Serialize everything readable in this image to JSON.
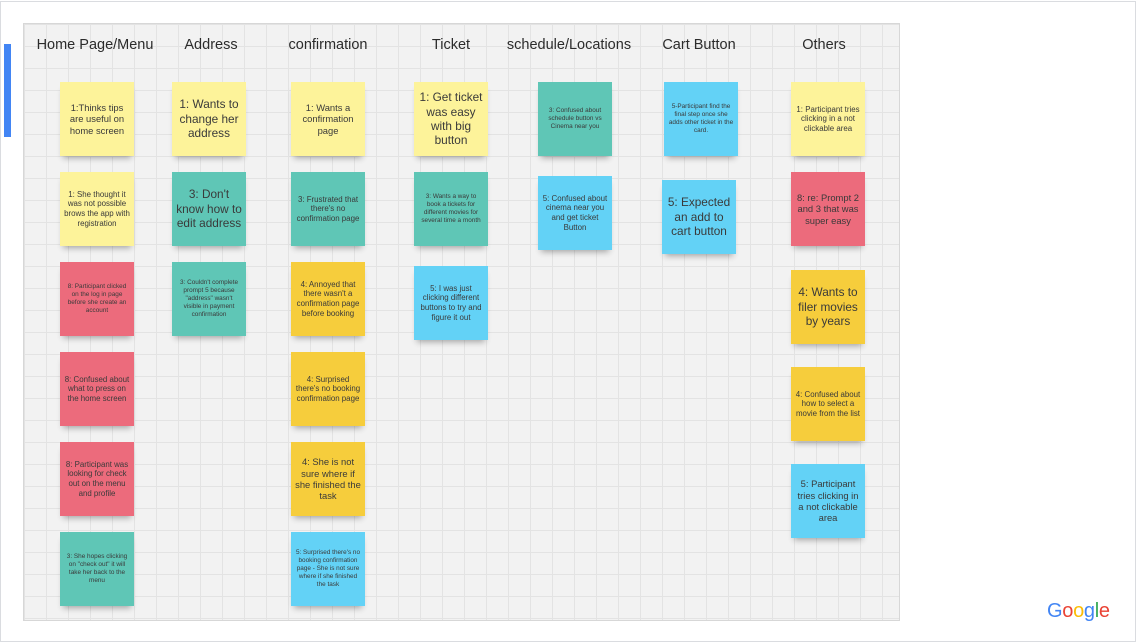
{
  "board": {
    "columns": [
      {
        "title": "Home Page/Menu",
        "notes": [
          {
            "text": "1:Thinks tips are useful on home screen",
            "color": "yellow"
          },
          {
            "text": "1: She thought it was not possible brows the app with registration",
            "color": "yellow"
          },
          {
            "text": "8: Participant clicked on the log in page before she create an account",
            "color": "pink"
          },
          {
            "text": "8: Confused about what to press on the home screen",
            "color": "pink"
          },
          {
            "text": "8: Participant was looking for check out on the menu and profile",
            "color": "pink"
          },
          {
            "text": "3: She hopes clicking on \"check out\" it will take her back to the menu",
            "color": "teal"
          }
        ]
      },
      {
        "title": "Address",
        "notes": [
          {
            "text": "1: Wants to change her address",
            "color": "yellow"
          },
          {
            "text": "3: Don't know how to edit address",
            "color": "teal"
          },
          {
            "text": "3: Couldn't complete prompt 5 because \"address\" wasn't visible in payment confirmation",
            "color": "teal"
          }
        ]
      },
      {
        "title": "confirmation",
        "notes": [
          {
            "text": "1: Wants a confirmation page",
            "color": "yellow"
          },
          {
            "text": "3: Frustrated that there's no confirmation page",
            "color": "teal"
          },
          {
            "text": "4: Annoyed that there wasn't a confirmation page before booking",
            "color": "orange"
          },
          {
            "text": "4: Surprised there's no booking confirmation page",
            "color": "orange"
          },
          {
            "text": "4: She is not sure where if she finished the task",
            "color": "orange"
          },
          {
            "text": "5: Surprised there's no booking confirmation page - She is not sure where if she finished the task",
            "color": "blue"
          }
        ]
      },
      {
        "title": "Ticket",
        "notes": [
          {
            "text": "1: Get ticket was easy with big button",
            "color": "yellow"
          },
          {
            "text": "3: Wants a way to book a tickets for different movies for several time a month",
            "color": "teal"
          },
          {
            "text": "5: I was just clicking different buttons to try and figure it out",
            "color": "blue"
          }
        ]
      },
      {
        "title": "schedule/Locations",
        "notes": [
          {
            "text": "3: Confused about schedule button vs Cinema near you",
            "color": "teal"
          },
          {
            "text": "5: Confused about cinema near you and get ticket Button",
            "color": "blue"
          }
        ]
      },
      {
        "title": "Cart Button",
        "notes": [
          {
            "text": "5-Participant find the final step once she adds other ticket in the card.",
            "color": "blue"
          },
          {
            "text": "5: Expected an add to cart button",
            "color": "blue"
          }
        ]
      },
      {
        "title": "Others",
        "notes": [
          {
            "text": "1: Participant tries clicking in a not clickable area",
            "color": "yellow"
          },
          {
            "text": "8: re: Prompt 2 and 3 that was super easy",
            "color": "pink"
          },
          {
            "text": "4: Wants to filer movies by years",
            "color": "orange"
          },
          {
            "text": "4: Confused about how to select a movie from the list",
            "color": "orange"
          },
          {
            "text": "5: Participant tries clicking in a not clickable area",
            "color": "blue"
          }
        ]
      }
    ]
  },
  "logo": {
    "letters": [
      "G",
      "o",
      "o",
      "g",
      "l",
      "e"
    ],
    "colors": [
      "#4285F4",
      "#EA4335",
      "#FBBC05",
      "#4285F4",
      "#34A853",
      "#EA4335"
    ]
  },
  "colors": {
    "yellow": "#fdf39a",
    "teal": "#5fc6b6",
    "pink": "#ec6b7c",
    "orange": "#f6cd3c",
    "blue": "#63d2f6",
    "accent": "#4285f4"
  }
}
